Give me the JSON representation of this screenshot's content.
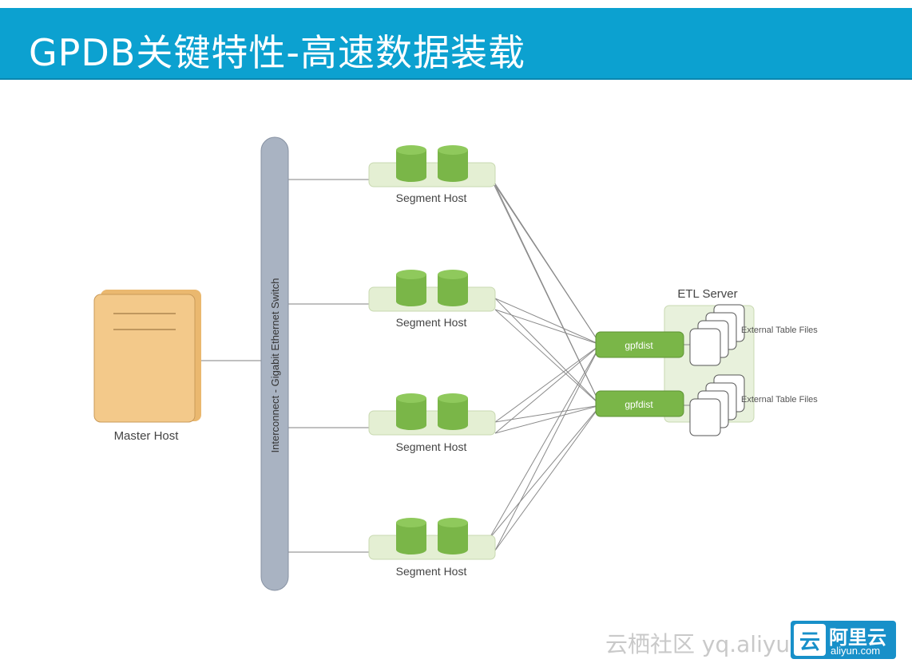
{
  "title": "GPDB关键特性-高速数据装载",
  "diagram": {
    "master": {
      "label": "Master Host"
    },
    "switch": {
      "label": "Interconnect - Gigabit Ethernet Switch"
    },
    "segments": [
      {
        "label": "Segment Host"
      },
      {
        "label": "Segment Host"
      },
      {
        "label": "Segment Host"
      },
      {
        "label": "Segment Host"
      }
    ],
    "etl": {
      "label": "ETL Server",
      "gpfdist": [
        {
          "label": "gpfdist"
        },
        {
          "label": "gpfdist"
        }
      ],
      "files": [
        {
          "label": "External Table Files"
        },
        {
          "label": "External Table Files"
        }
      ]
    }
  },
  "watermark": "云栖社区 yq.aliyun.com",
  "logo": {
    "icon_glyph": "云",
    "name": "阿里云",
    "url": "aliyun.com"
  },
  "colors": {
    "title_bar": "#0ca1d0",
    "master": "#f3c98a",
    "segment_db": "#7ab648",
    "segment_bar": "#e4efd3",
    "switch": "#a9b3c2",
    "gpfdist": "#7ab648",
    "etl_box": "#e8f1dc"
  }
}
